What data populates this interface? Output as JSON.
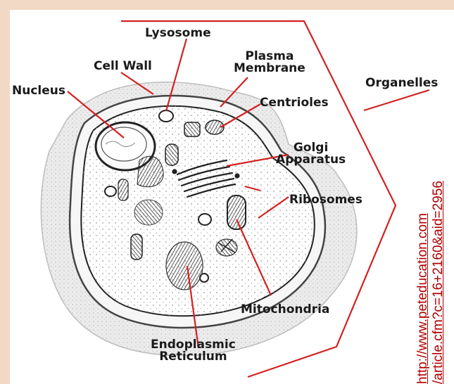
{
  "labels": {
    "lysosome": "Lysosome",
    "cell_wall": "Cell Wall",
    "plasma_membrane": "Plasma\nMembrane",
    "nucleus": "Nucleus",
    "centrioles": "Centrioles",
    "organelles": "Organelles",
    "golgi_apparatus": "Golgi\nApparatus",
    "ribosomes": "Ribosomes",
    "mitochondria": "Mitochondria",
    "endoplasmic_reticulum": "Endoplasmic\nReticulum"
  },
  "source": {
    "line1": "http://www.peteducation.com",
    "line2": "/article.cfm?c=16+2160&aid=2956"
  },
  "colors": {
    "frame": "#f1d9c6",
    "leader_lines": "#d42020",
    "label_text": "#1a1a1a",
    "source_link": "#b00000"
  }
}
